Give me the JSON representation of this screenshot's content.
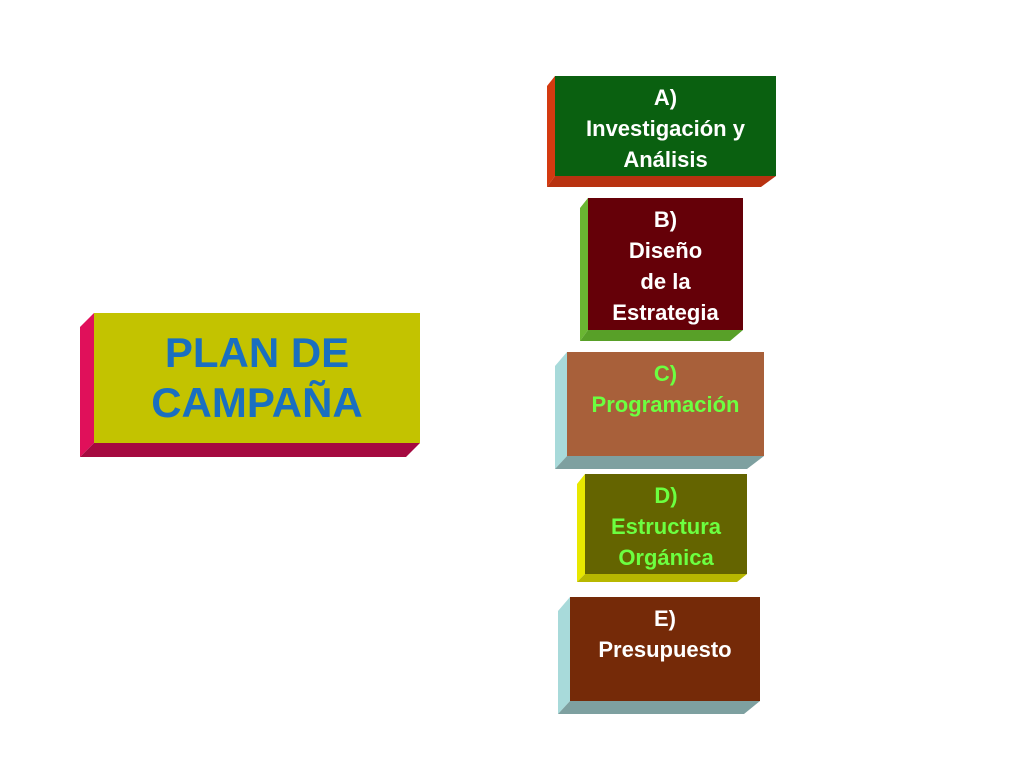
{
  "main": {
    "lines": [
      "PLAN DE",
      "CAMPAÑA"
    ],
    "colors": {
      "face": "#c3c300",
      "side": "#e0105a",
      "bottom": "#a50a40",
      "text": "#1a6fc0"
    }
  },
  "steps": [
    {
      "lines": [
        "A)",
        "Investigación y",
        "Análisis"
      ],
      "colors": {
        "face": "#0a6010",
        "side": "#d43a10",
        "bottom": "#b83210",
        "text": "#ffffff"
      }
    },
    {
      "lines": [
        "B)",
        "Diseño",
        "de la",
        "Estrategia"
      ],
      "colors": {
        "face": "#650008",
        "side": "#6ab632",
        "bottom": "#58a028",
        "text": "#ffffff"
      }
    },
    {
      "lines": [
        "C)",
        "Programación"
      ],
      "colors": {
        "face": "#a8603a",
        "side": "#a8dada",
        "bottom": "#7ea0a0",
        "text": "#6cff40"
      }
    },
    {
      "lines": [
        "D)",
        "Estructura",
        "Orgánica"
      ],
      "colors": {
        "face": "#646400",
        "side": "#e8e800",
        "bottom": "#b8b800",
        "text": "#6cff40"
      }
    },
    {
      "lines": [
        "E)",
        "Presupuesto"
      ],
      "colors": {
        "face": "#752a08",
        "side": "#a8dada",
        "bottom": "#7ea0a0",
        "text": "#ffffff"
      }
    }
  ]
}
